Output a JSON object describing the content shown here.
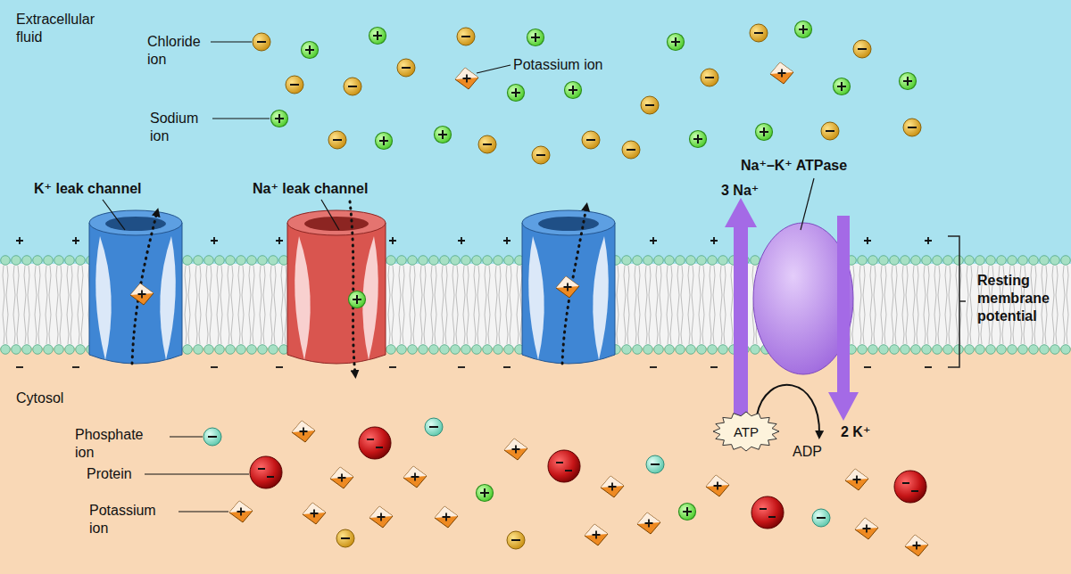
{
  "diagram": {
    "nodes": [
      {
        "text": [
          "ATP"
        ]
      }
    ],
    "labels": [
      "Extracellular fluid",
      "Chloride ion",
      "Potassium ion",
      "Sodium ion",
      "K⁺ leak channel",
      "Na⁺ leak channel",
      "Na⁺–K⁺ ATPase",
      "3 Na⁺",
      "Resting membrane potential",
      "Cytosol",
      "Phosphate ion",
      "Protein",
      "Potassium ion",
      "2 K⁺",
      "ADP"
    ]
  }
}
